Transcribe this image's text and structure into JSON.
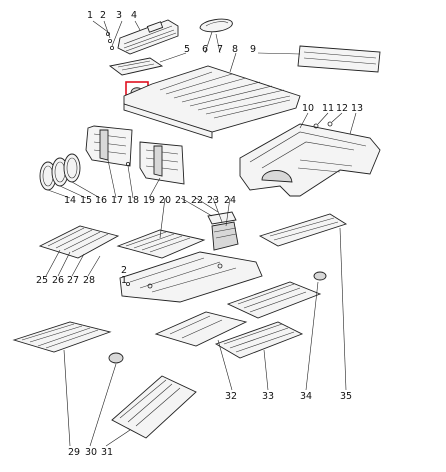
{
  "diagram": {
    "highlight_color": "#e01020",
    "labels": [
      {
        "id": "1",
        "text": "1"
      },
      {
        "id": "2a",
        "text": "2"
      },
      {
        "id": "3",
        "text": "3"
      },
      {
        "id": "4",
        "text": "4"
      },
      {
        "id": "5",
        "text": "5"
      },
      {
        "id": "6",
        "text": "6"
      },
      {
        "id": "7",
        "text": "7"
      },
      {
        "id": "8",
        "text": "8"
      },
      {
        "id": "9",
        "text": "9"
      },
      {
        "id": "10",
        "text": "10"
      },
      {
        "id": "11",
        "text": "11"
      },
      {
        "id": "12",
        "text": "12"
      },
      {
        "id": "13",
        "text": "13"
      },
      {
        "id": "14",
        "text": "14"
      },
      {
        "id": "15",
        "text": "15"
      },
      {
        "id": "16",
        "text": "16"
      },
      {
        "id": "17",
        "text": "17"
      },
      {
        "id": "18",
        "text": "18"
      },
      {
        "id": "19",
        "text": "19"
      },
      {
        "id": "20",
        "text": "20"
      },
      {
        "id": "21",
        "text": "21"
      },
      {
        "id": "22",
        "text": "22"
      },
      {
        "id": "23",
        "text": "23"
      },
      {
        "id": "24",
        "text": "24"
      },
      {
        "id": "25",
        "text": "25"
      },
      {
        "id": "26",
        "text": "26"
      },
      {
        "id": "27",
        "text": "27"
      },
      {
        "id": "28",
        "text": "28"
      },
      {
        "id": "2b",
        "text": "2"
      },
      {
        "id": "1b",
        "text": "1"
      },
      {
        "id": "29",
        "text": "29"
      },
      {
        "id": "30",
        "text": "30"
      },
      {
        "id": "31",
        "text": "31"
      },
      {
        "id": "32",
        "text": "32"
      },
      {
        "id": "33",
        "text": "33"
      },
      {
        "id": "34",
        "text": "34"
      },
      {
        "id": "35",
        "text": "35"
      }
    ]
  }
}
